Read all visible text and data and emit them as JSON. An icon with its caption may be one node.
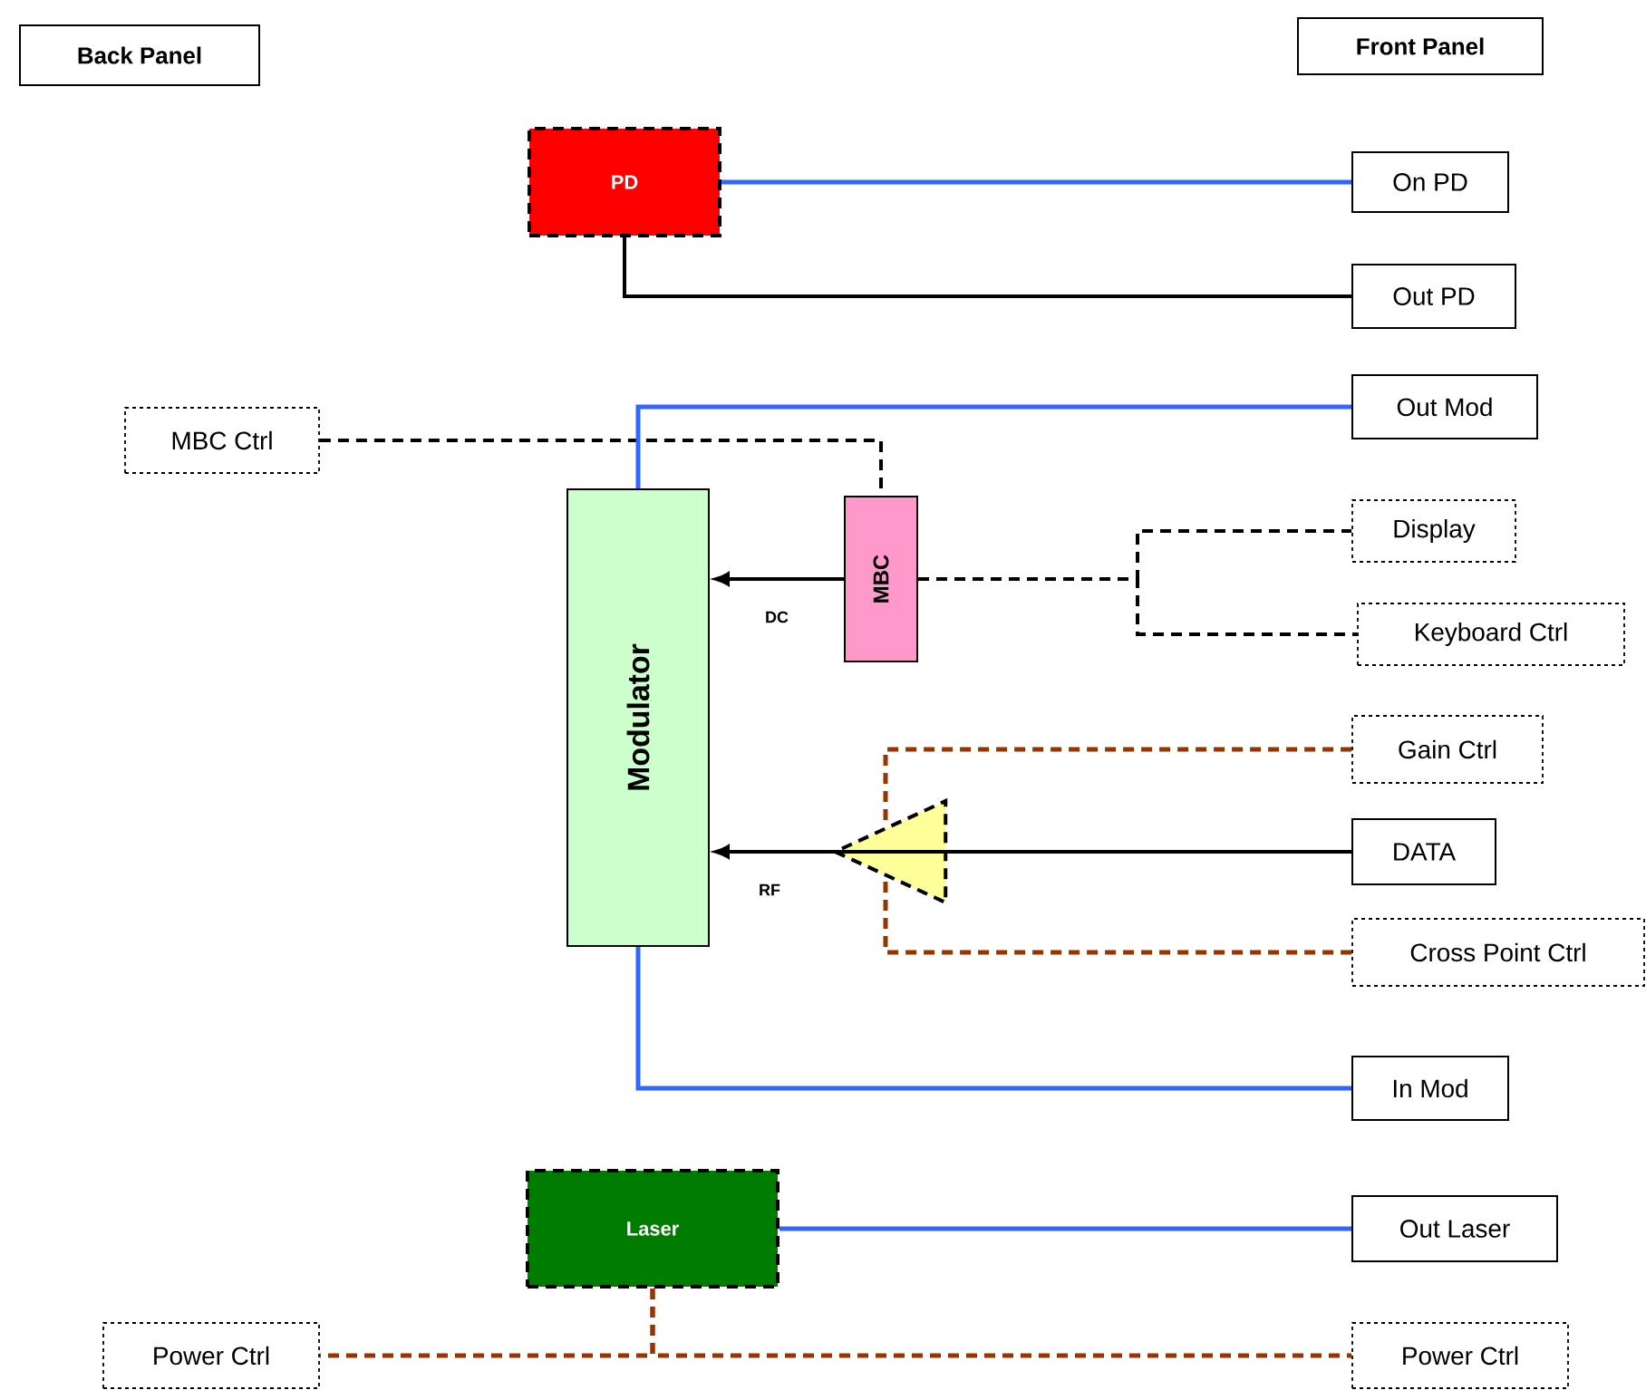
{
  "diagram": {
    "nodes": [
      {
        "text": [
          "Back Panel"
        ]
      },
      {
        "text": [
          "Front Panel"
        ]
      },
      {
        "text": [
          "PD"
        ]
      },
      {
        "text": [
          "On PD"
        ]
      },
      {
        "text": [
          "Out PD"
        ]
      },
      {
        "text": [
          "MBC Ctrl"
        ]
      },
      {
        "text": [
          "Out Mod"
        ]
      },
      {
        "text": [
          "Modulator"
        ]
      },
      {
        "text": [
          "MBC"
        ]
      },
      {
        "text": [
          "Display"
        ]
      },
      {
        "text": [
          "Keyboard Ctrl"
        ]
      },
      {
        "text": [
          "Gain Ctrl"
        ]
      },
      {
        "text": [],
        "shape": "triangle"
      },
      {
        "text": [
          "DATA"
        ]
      },
      {
        "text": [
          "Cross Point Ctrl"
        ]
      },
      {
        "text": [
          "In Mod"
        ]
      },
      {
        "text": [
          "Laser"
        ]
      },
      {
        "text": [
          "Out Laser"
        ]
      },
      {
        "text": [
          "Power Ctrl"
        ]
      },
      {
        "text": [
          "Power Ctrl"
        ]
      }
    ],
    "edges": [
      {
        "from": 2,
        "to": 3,
        "arrow": "none",
        "color": "#3366ff"
      },
      {
        "from": 2,
        "to": 4,
        "arrow": "none"
      },
      {
        "from": 5,
        "to": 8,
        "arrow": "none",
        "style": "dashed"
      },
      {
        "from": 7,
        "to": 6,
        "arrow": "none",
        "color": "#3366ff"
      },
      {
        "from": 8,
        "to": 7,
        "arrow": "to",
        "label": "DC"
      },
      {
        "from": 8,
        "to": 9,
        "arrow": "none",
        "style": "dashed"
      },
      {
        "from": 8,
        "to": 10,
        "arrow": "none",
        "style": "dashed"
      },
      {
        "from": 11,
        "to": 12,
        "arrow": "none",
        "style": "dashed",
        "color": "#993300"
      },
      {
        "from": 13,
        "to": 12,
        "arrow": "none"
      },
      {
        "from": 12,
        "to": 7,
        "arrow": "to",
        "label": "RF"
      },
      {
        "from": 14,
        "to": 12,
        "arrow": "none",
        "style": "dashed",
        "color": "#993300"
      },
      {
        "from": 7,
        "to": 15,
        "arrow": "none",
        "color": "#3366ff"
      },
      {
        "from": 16,
        "to": 17,
        "arrow": "none",
        "color": "#3366ff"
      },
      {
        "from": 16,
        "to": 18,
        "arrow": "none",
        "style": "dashed",
        "color": "#993300"
      },
      {
        "from": 16,
        "to": 19,
        "arrow": "none",
        "style": "dashed",
        "color": "#993300"
      }
    ]
  }
}
